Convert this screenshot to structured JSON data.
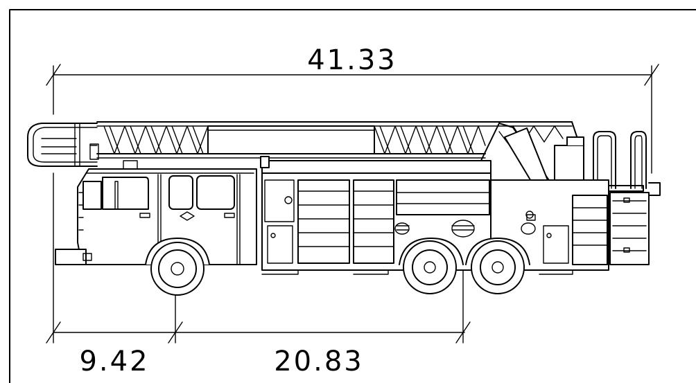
{
  "dimensions": {
    "overall_length": "41.33",
    "front_overhang": "9.42",
    "wheelbase": "20.83"
  }
}
